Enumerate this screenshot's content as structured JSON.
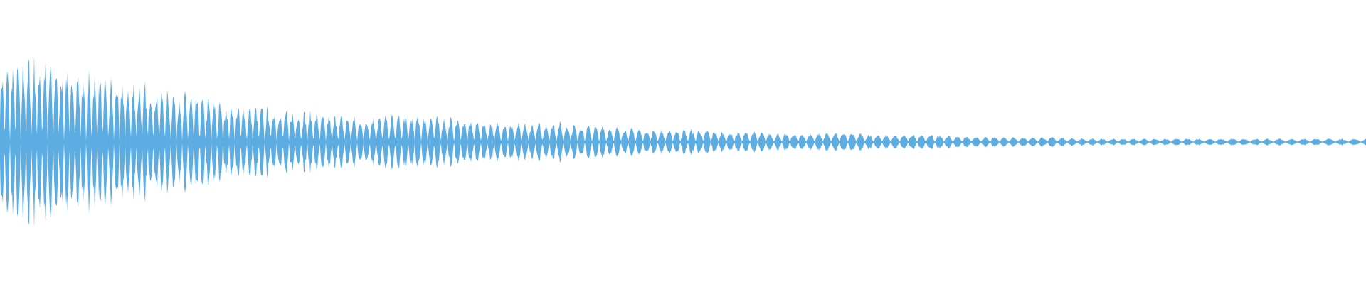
{
  "waveform": {
    "color": "#5DADE2",
    "amplitude_envelope": [
      0.44,
      0.51,
      0.48,
      0.42,
      0.38,
      0.36,
      0.32,
      0.28,
      0.24,
      0.22,
      0.2,
      0.18,
      0.16,
      0.15,
      0.16,
      0.17,
      0.15,
      0.13,
      0.12,
      0.11,
      0.12,
      0.1,
      0.09,
      0.08,
      0.07,
      0.08,
      0.06,
      0.06,
      0.05,
      0.05,
      0.06,
      0.05,
      0.04,
      0.05,
      0.04,
      0.03,
      0.03,
      0.03,
      0.03,
      0.02,
      0.02,
      0.02,
      0.02,
      0.02,
      0.02,
      0.02,
      0.02,
      0.02,
      0.02,
      0.02
    ]
  }
}
